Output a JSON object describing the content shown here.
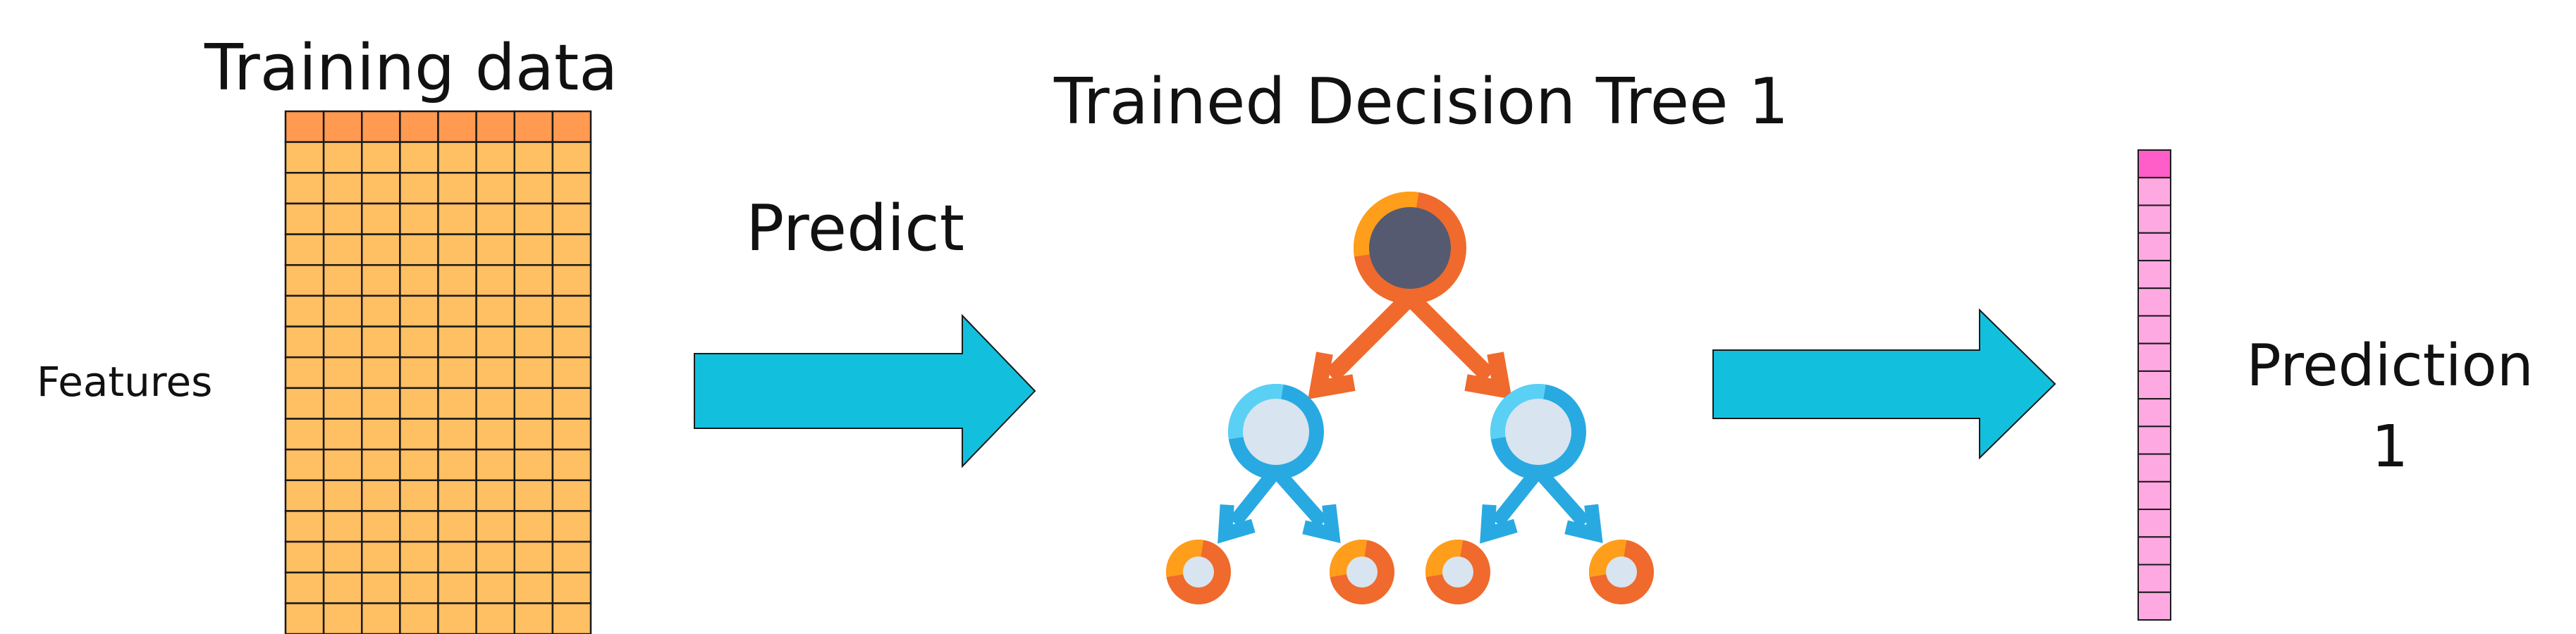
{
  "training": {
    "title": "Training data",
    "features_label": "Features",
    "columns": 8,
    "rows": 17,
    "header_color": "#ff9a50",
    "cell_color": "#ffbf63",
    "border_color": "#1a1a1a"
  },
  "arrows": {
    "predict_label": "Predict",
    "color": "#12c0dd",
    "stroke": "#1a1a1a"
  },
  "tree": {
    "title": "Trained Decision Tree 1",
    "icon": "decision-tree-icon",
    "root_fill": "#555a70",
    "root_ring": "#ef6a2c",
    "root_ring_accent": "#ff9e1b",
    "branch_color_top": "#ef6a2c",
    "child_ring": "#29a9e1",
    "child_ring_accent": "#5ad0f5",
    "child_fill": "#d8e4ef",
    "branch_color_bottom": "#29a9e1",
    "leaf_ring": "#ef6a2c",
    "leaf_ring_accent": "#ff9e1b",
    "leaf_fill": "#d8e4ef"
  },
  "prediction": {
    "label": "Prediction\n1",
    "rows": 17,
    "header_color": "#ff5dc8",
    "cell_color": "#ffa9e3",
    "border_color": "#1a1a1a"
  }
}
